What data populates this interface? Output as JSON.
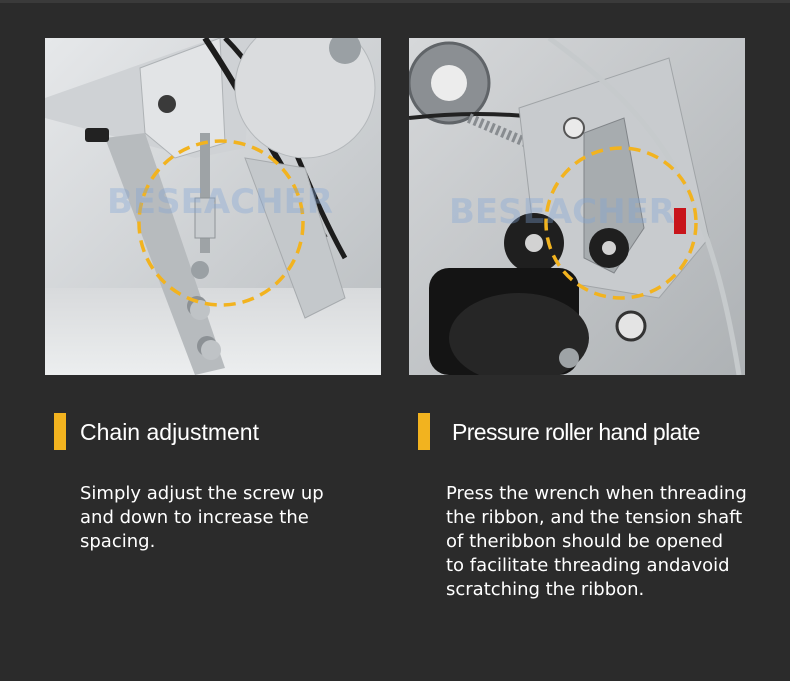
{
  "brand_watermark": "BESEACHER",
  "left": {
    "heading": "Chain adjustment",
    "description_lines": [
      "Simply adjust the screw up",
      "and down to increase the",
      "spacing."
    ]
  },
  "right": {
    "heading": "Pressure roller hand plate",
    "description_lines": [
      "Press the wrench when threading",
      "the ribbon, and the tension shaft",
      "of theribbon should be opened",
      "to facilitate threading andavoid",
      "scratching the ribbon."
    ]
  },
  "colors": {
    "background": "#2b2b2b",
    "accent": "#f2b31f",
    "highlight_circle": "#f2b31f",
    "text": "#ffffff"
  }
}
